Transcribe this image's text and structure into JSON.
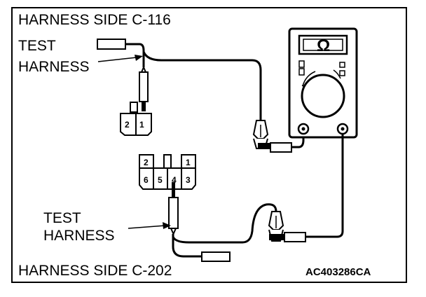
{
  "top_title": "HARNESS SIDE C-116",
  "top_test_label": [
    "TEST",
    "HARNESS"
  ],
  "bottom_test_label": [
    "TEST",
    "HARNESS"
  ],
  "bottom_title": "HARNESS SIDE C-202",
  "figure_code": "AC403286CA",
  "meter_symbol": "Ω",
  "connector_c116_pins": [
    "2",
    "1"
  ],
  "connector_c202_top_pins": [
    "2",
    "1"
  ],
  "connector_c202_bottom_pins": [
    "6",
    "5",
    "4",
    "3"
  ]
}
